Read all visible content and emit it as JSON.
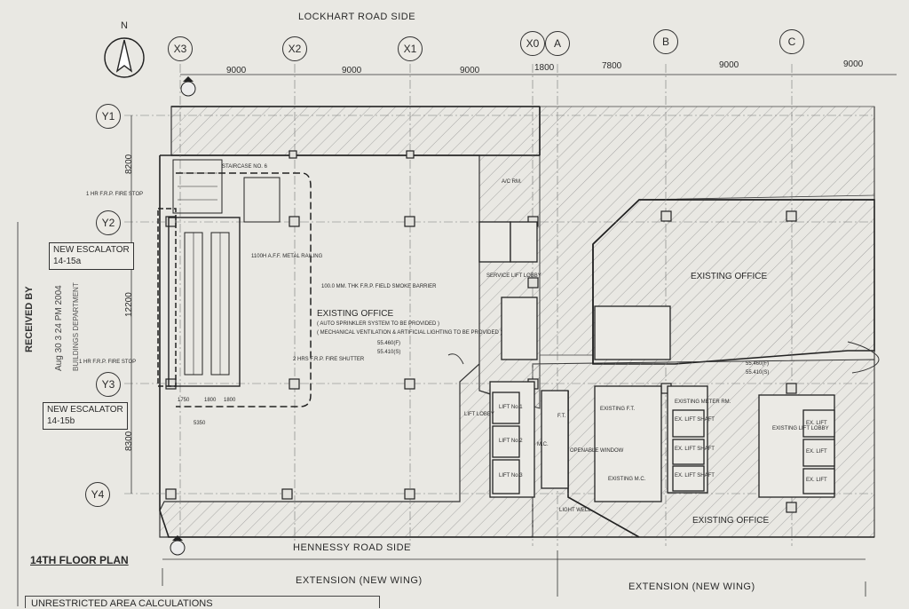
{
  "roads": {
    "top": "LOCKHART ROAD SIDE",
    "bottom": "HENNESSY ROAD SIDE"
  },
  "grid_cols": [
    "X3",
    "X2",
    "X1",
    "X0",
    "A",
    "B",
    "C"
  ],
  "grid_rows": [
    "Y1",
    "Y2",
    "Y3",
    "Y4"
  ],
  "top_dims": [
    "9000",
    "9000",
    "9000",
    "1800",
    "7800",
    "9000",
    "9000"
  ],
  "left_dims": [
    "8200",
    "12200",
    "8300"
  ],
  "escalator_a": {
    "line1": "NEW ESCALATOR",
    "line2": "14-15a"
  },
  "escalator_b": {
    "line1": "NEW ESCALATOR",
    "line2": "14-15b"
  },
  "existing_office_main": "EXISTING OFFICE",
  "existing_office_notes": [
    "( AUTO SPRINKLER SYSTEM TO BE PROVIDED )",
    "( MECHANICAL VENTILATION & ARTIFICIAL LIGHTING TO BE PROVIDED )"
  ],
  "levels_main": [
    "55.460(F)",
    "55.410(S)"
  ],
  "levels_east": [
    "55.460(F)",
    "55.410(S)"
  ],
  "existing_office_ne": "EXISTING OFFICE",
  "existing_office_se": "EXISTING OFFICE",
  "fire_notes": {
    "shutter": "2 HRS F.R.P. FIRE SHUTTER",
    "smoke": "100.0 MM. THK F.R.P. FIELD SMOKE BARRIER",
    "railing": "1100H A.F.F. METAL RAILING",
    "stop_top": "1 HR F.R.P. FIRE STOP",
    "stop_bot": "1 HR F.R.P. FIRE STOP",
    "staircase": "STAIRCASE NO. 6"
  },
  "core_labels": {
    "lift_lobby": "LIFT LOBBY",
    "service_lift": "SERVICE LIFT LOBBY",
    "openable_window": "OPENABLE WINDOW",
    "light_well": "LIGHT WELL",
    "existing_ft": "EXISTING F.T.",
    "existing_mc": "EXISTING M.C.",
    "ex_lift_lobby": "EXISTING LIFT LOBBY",
    "existing_meter": "EXISTING METER RM.",
    "mc": "M.C.",
    "ft": "F.T.",
    "ac": "A/C RM."
  },
  "bottom_dims": [
    "1750",
    "1800",
    "1800",
    "5350"
  ],
  "lifts_core": [
    "LIFT No.1",
    "LIFT No.2",
    "LIFT No.3"
  ],
  "lift_shafts": [
    "EX. LIFT SHAFT",
    "EX. LIFT SHAFT",
    "EX. LIFT SHAFT"
  ],
  "ex_lifts": [
    "EX. LIFT",
    "EX. LIFT",
    "EX. LIFT"
  ],
  "plan_title": "14TH FLOOR PLAN",
  "extension_left": "EXTENSION (NEW WING)",
  "extension_right": "EXTENSION (NEW WING)",
  "calc_title": "UNRESTRICTED AREA CALCULATIONS",
  "stamp": {
    "received": "RECEIVED BY",
    "date": "Aug 30  3 24 PM 2004",
    "dept": "BUILDINGS DEPARTMENT"
  },
  "north": "N"
}
